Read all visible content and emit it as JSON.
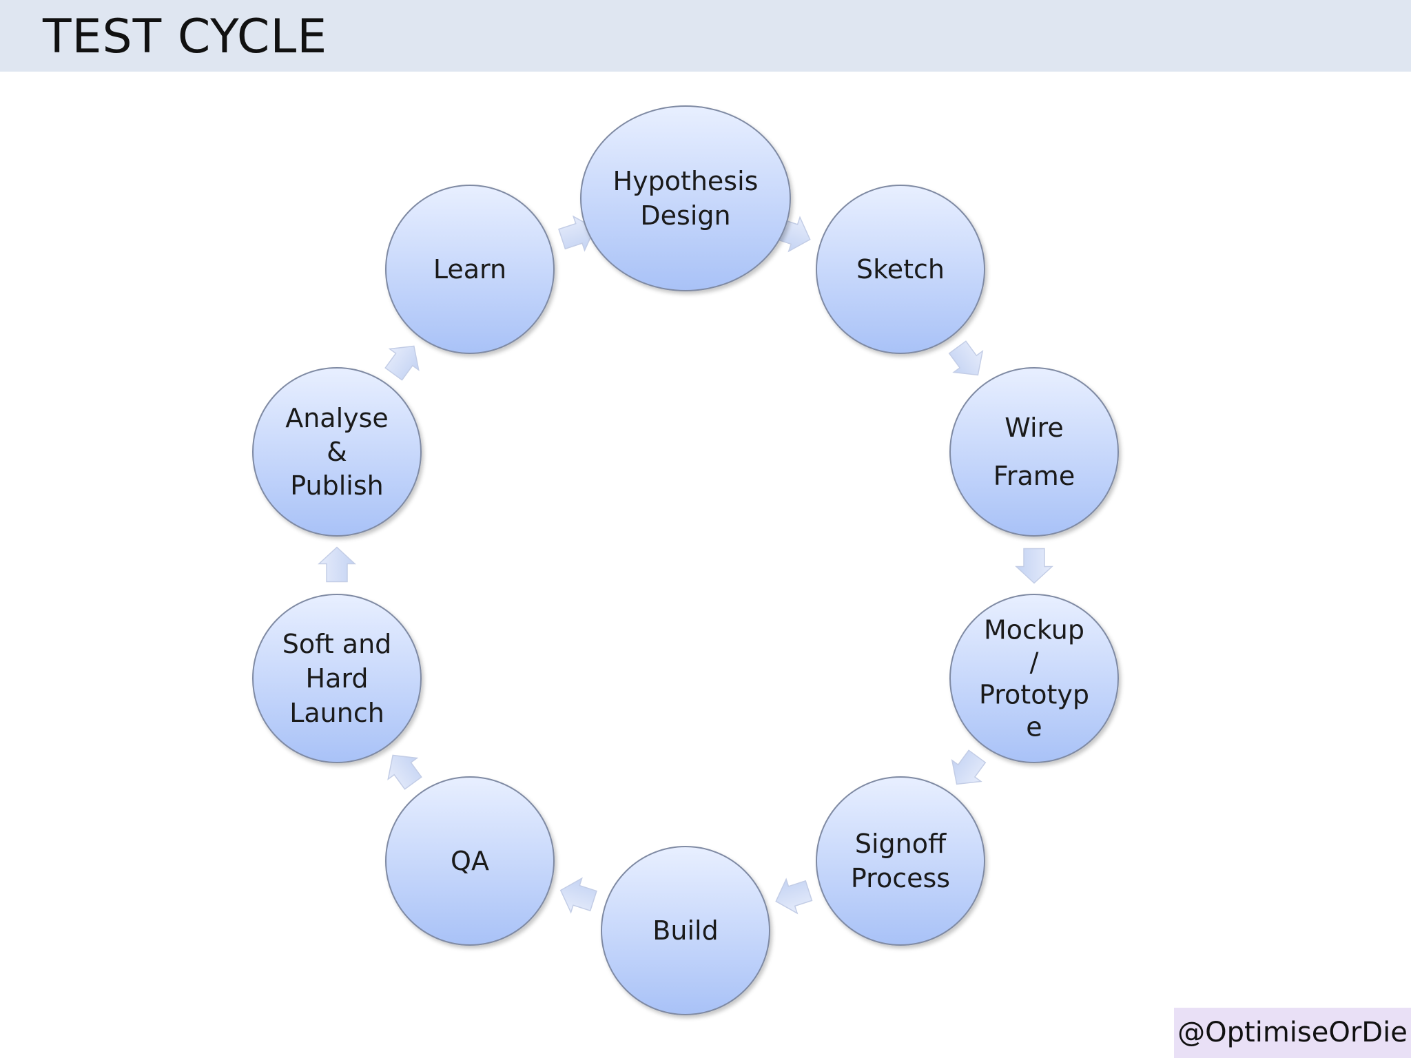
{
  "title": "TEST CYCLE",
  "watermark": "@OptimiseOrDie",
  "colors": {
    "header_background": "#dfe6f1",
    "node_fill_top": "#e8efff",
    "node_fill_bottom": "#a9c2f7",
    "node_stroke": "#7f8aa3",
    "arrow_fill": "#d2ddf6",
    "watermark_background": "#e9e0f6"
  },
  "cycle_steps": [
    {
      "id": "hypothesis-design",
      "lines": [
        "Hypothesis",
        "Design"
      ]
    },
    {
      "id": "sketch",
      "lines": [
        "Sketch"
      ]
    },
    {
      "id": "wire-frame",
      "lines": [
        "Wire",
        "Frame"
      ]
    },
    {
      "id": "mockup-prototype",
      "lines": [
        "Mockup",
        "/",
        "Prototyp",
        "e"
      ]
    },
    {
      "id": "signoff-process",
      "lines": [
        "Signoff",
        "Process"
      ]
    },
    {
      "id": "build",
      "lines": [
        "Build"
      ]
    },
    {
      "id": "qa",
      "lines": [
        "QA"
      ]
    },
    {
      "id": "soft-and-hard-launch",
      "lines": [
        "Soft and",
        "Hard",
        "Launch"
      ]
    },
    {
      "id": "analyse-publish",
      "lines": [
        "Analyse",
        "&",
        "Publish"
      ]
    },
    {
      "id": "learn",
      "lines": [
        "Learn"
      ]
    }
  ]
}
